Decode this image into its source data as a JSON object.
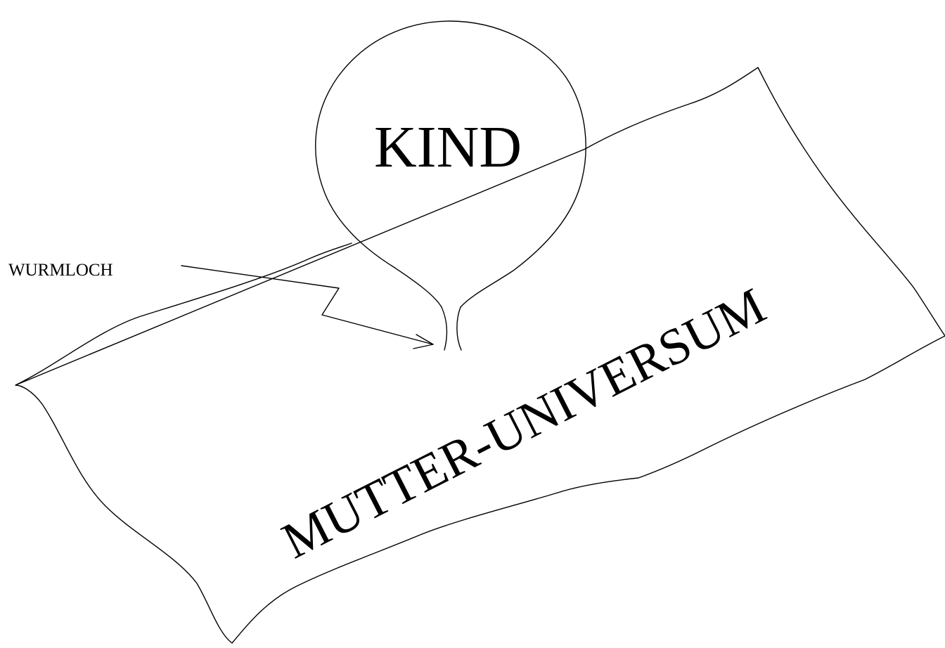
{
  "diagram": {
    "labels": {
      "child": "KIND",
      "mother": "MUTTER-UNIVERSUM",
      "wormhole": "WURMLOCH"
    },
    "colors": {
      "background": "#ffffff",
      "ink": "#000000"
    }
  }
}
